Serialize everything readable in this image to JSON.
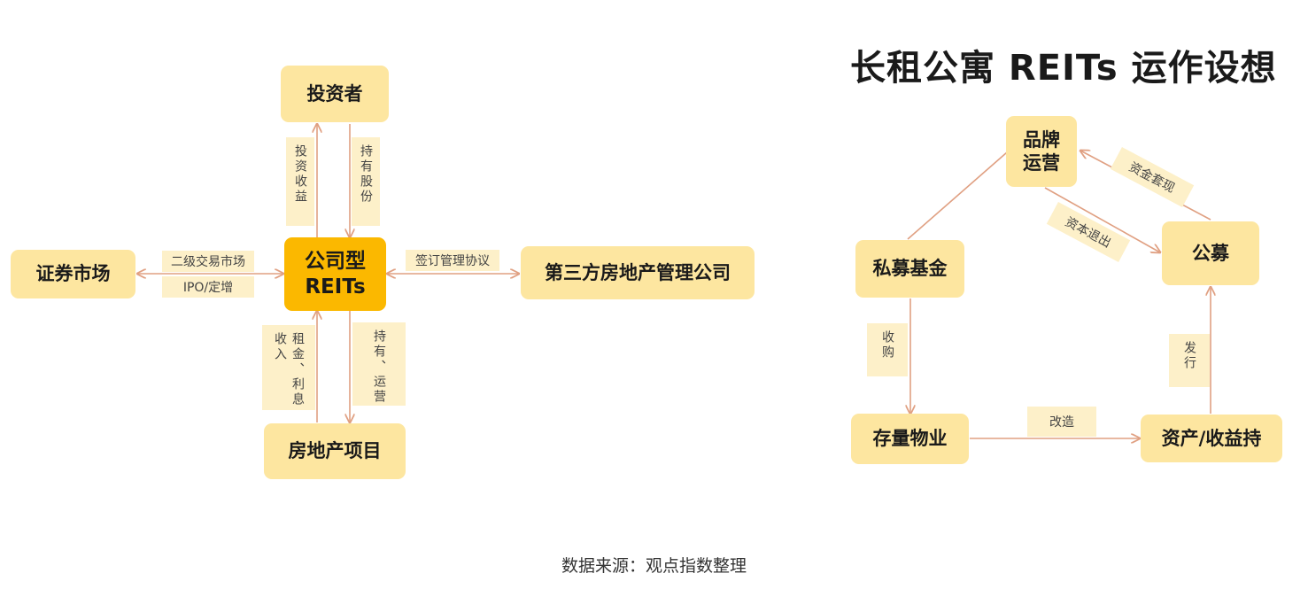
{
  "title": "长租公寓 REITs 运作设想",
  "source": "数据来源：观点指数整理",
  "left_diagram": {
    "nodes": {
      "investor": "投资者",
      "securities_market": "证券市场",
      "core_line1": "公司型",
      "core_line2": "REITs",
      "third_party": "第三方房地产管理公司",
      "real_estate": "房地产项目"
    },
    "labels": {
      "investment_income": "投资收益",
      "hold_shares": "持有股份",
      "secondary_trading": "二级交易市场",
      "ipo": "IPO/定增",
      "agreement": "签订管理协议",
      "rent_interest": "租金、利息收入",
      "hold_operate": "持有、运营"
    }
  },
  "right_diagram": {
    "nodes": {
      "brand_line1": "品牌",
      "brand_line2": "运营",
      "private_fund": "私募基金",
      "public_offering": "公募",
      "stock_property": "存量物业",
      "asset_hold": "资产/收益持"
    },
    "labels": {
      "cash_out": "资金套现",
      "capital_exit": "资本退出",
      "acquire": "收购",
      "issue": "发行",
      "renovate": "改造"
    }
  }
}
